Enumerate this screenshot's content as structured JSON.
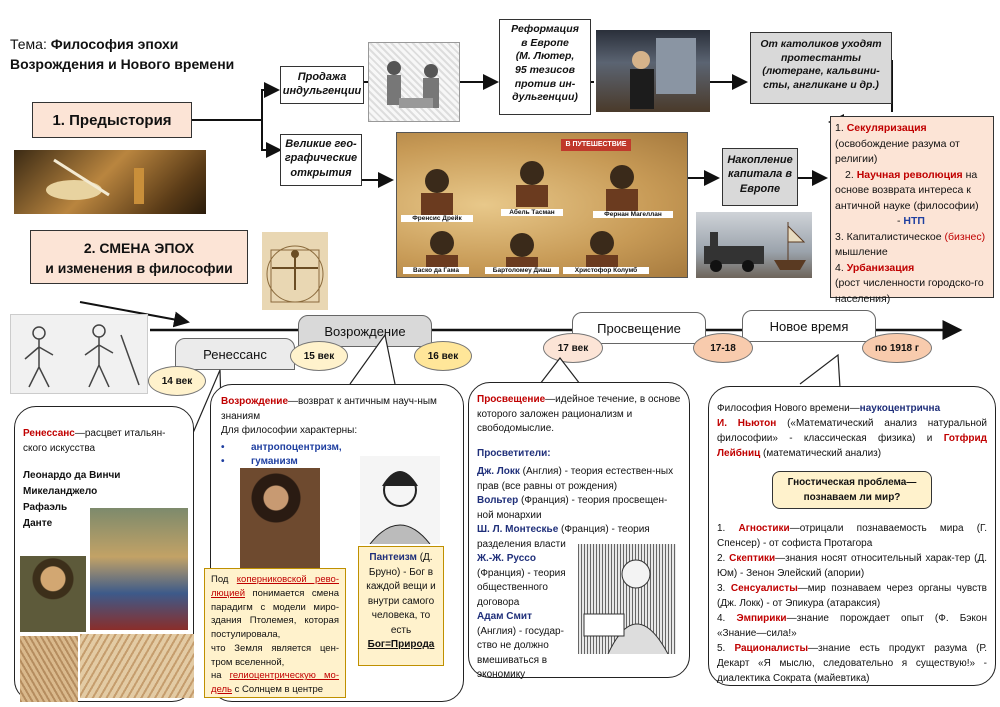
{
  "topic": {
    "prefix": "Тема: ",
    "title_line1": "Философия эпохи",
    "title_line2": "Возрождения и Нового времени"
  },
  "prehistory": {
    "label": "1. Предыстория"
  },
  "change": {
    "line1": "2. СМЕНА  ЭПОХ",
    "line2": "и изменения в философии"
  },
  "indulgences": {
    "line1": "Продажа",
    "line2": "индульгенции"
  },
  "discoveries": {
    "line1": "Великие гео-",
    "line2": "графические",
    "line3": "открытия"
  },
  "reformation": {
    "l1": "Реформация",
    "l2": "в Европе",
    "l3": "(М. Лютер,",
    "l4": "95  тезисов",
    "l5": "против ин-",
    "l6": "дульгенции)"
  },
  "protestants": {
    "l1": "От католиков уходят",
    "l2": "протестанты",
    "l3": "(лютеране, кальвини-",
    "l4": "сты, англикане и др.)"
  },
  "capital": {
    "l1": "Накопление",
    "l2": "капитала в",
    "l3": "Европе"
  },
  "map": {
    "banner": "В ПУТЕШЕСТВИЕ",
    "names": [
      "Френсис Дрейк",
      "Абель Тасман",
      "Фернан Магеллан",
      "Васко да Гама",
      "Бартоломеу Диаш",
      "Христофор Колумб"
    ]
  },
  "consequences": {
    "i1_num": "1. ",
    "i1_key": "Секуляризация",
    "i1_rest": "(освобождение разума от религии)",
    "i2_num": "2. ",
    "i2_key": "Научная революция",
    "i2_rest": " на основе возврата интереса к античной науке (философии) ",
    "i2_dash": "- ",
    "i2_ntp": "НТП",
    "i3_text": "3. Капиталистическое ",
    "i3_key": "(бизнес)",
    "i3_rest": " мышление",
    "i4_num": "4. ",
    "i4_key": "Урбанизация",
    "i4_rest": "(рост численности городско-го населения)"
  },
  "timeline": {
    "renaissance": "Ренессанс",
    "revival": "Возрождение",
    "enlightenment": "Просвещение",
    "new_time": "Новое время",
    "c14": "14 век",
    "c15": "15 век",
    "c16": "16 век",
    "c17": "17 век",
    "c1718": "17-18",
    "c1918": "по 1918 г"
  },
  "renaissance_box": {
    "term": "Ренессанс",
    "def": "—расцвет итальян-ского искусства",
    "artists": [
      "Леонардо да Винчи",
      "Микеланджело",
      "Рафаэль",
      "Данте"
    ]
  },
  "revival_box": {
    "term": "Возрождение",
    "def": "—возврат к античным науч-ным знаниям",
    "intro": "Для философии характерны:",
    "bullet1": "антропоцентризм,",
    "bullet2": "гуманизм",
    "bullet_mark": "•"
  },
  "copernicus_box": {
    "t1": "Под ",
    "key": "коперниковской рево-люцией",
    "t2": " понимается смена парадигм с модели миро-здания Птолемея, которая постулировала,",
    "t3": "что Земля является цен-тром вселенной,",
    "t4": "на ",
    "key2": "гелиоцентрическую мо-дель",
    "t5": " с Солнцем в центре"
  },
  "pantheism_box": {
    "key": "Пантеизм",
    "t1": " (Д. Бруно) - Бог в каждой вещи и внутри самого человека, то есть",
    "formula": "Бог=Природа"
  },
  "enlightenment_box": {
    "key": "Просвещение",
    "def": "—идейное течение, в основе которого заложен рационализм и свободомыслие.",
    "heading": "Просветители:",
    "p1_name": "Дж. Локк",
    "p1_text": " (Англия) - теория естествен-ных прав (все равны от рождения)",
    "p2_name": "Вольтер",
    "p2_text": " (Франция) - теория просвещен-ной монархии",
    "p3_name": "Ш. Л. Монтескье",
    "p3_text": " (Франция) - теория разделения власти",
    "p4_name": "Ж.-Ж. Руссо",
    "p4_text": "(Франция) - теория общественного договора",
    "p5_name": "Адам Смит",
    "p5_text": "(Англия) - государ-ство не должно вмешиваться в экономику"
  },
  "newtime_box": {
    "intro": "Философия Нового времени—",
    "key": "наукоцентрична",
    "newton": "И. Ньютон",
    "newton_text": " («Математический анализ натуральной философии» - классическая физика) и ",
    "leibniz": "Готфрид Лейбниц",
    "leibniz_text": " (математический анализ)",
    "problem_l1": "Гностическая проблема—",
    "problem_l2": "познаваем ли мир?",
    "s1_n": "1. ",
    "s1_k": "Агностики",
    "s1_t": "—отрицали познаваемость мира (Г. Спенсер) - от софиста Протагора",
    "s2_n": "2. ",
    "s2_k": "Скептики",
    "s2_t": "—знания носят относительный харак-тер (Д. Юм) - Зенон Элейский (апории)",
    "s3_n": "3. ",
    "s3_k": "Сенсуалисты",
    "s3_t": "—мир познаваем через органы чувств (Дж. Локк) - от Эпикура (атараксия)",
    "s4_n": "4. ",
    "s4_k": "Эмпирики",
    "s4_t": "—знание порождает опыт (Ф. Бэкон «Знание—сила!»",
    "s5_n": "5. ",
    "s5_k": "Рационалисты",
    "s5_t": "—знание есть продукт разума (Р. Декарт «Я мыслю, следовательно я существую!» - диалектика Сократа (майевтика)"
  },
  "colors": {
    "peach": "#fce4d6",
    "grey": "#d9d9d9",
    "yellow": "#ffe699",
    "orange": "#f8cbad",
    "olive": "#fff2cc"
  }
}
